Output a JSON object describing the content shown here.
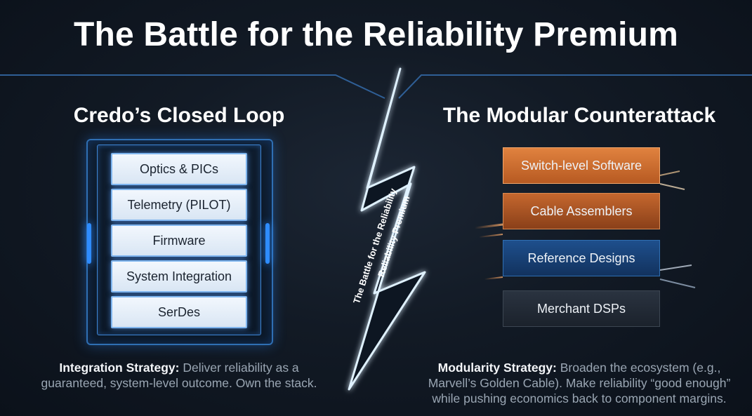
{
  "title": "The Battle for the Reliability Premium",
  "left": {
    "title": "Credo’s Closed Loop",
    "layers": [
      "Optics & PICs",
      "Telemetry (PILOT)",
      "Firmware",
      "System Integration",
      "SerDes"
    ],
    "caption_bold": "Integration Strategy:",
    "caption_text": " Deliver reliability as a guaranteed, system-level outcome. Own the stack."
  },
  "right": {
    "title": "The Modular Counterattack",
    "modules": [
      "Switch-level Software",
      "Cable Assemblers",
      "Reference Designs",
      "Merchant DSPs"
    ],
    "caption_bold": "Modularity Strategy:",
    "caption_text": " Broaden the ecosystem (e.g., Marvell’s Golden Cable). Make reliability “good enough” while pushing economics back to component margins."
  },
  "bolt": {
    "line1": "The Battle for the Reliability",
    "line2": "Reliability Premium"
  },
  "colors": {
    "accent_blue": "#2e8cff",
    "orange": "#e0823f",
    "navy": "#1e4f8c",
    "background": "#121a25"
  }
}
